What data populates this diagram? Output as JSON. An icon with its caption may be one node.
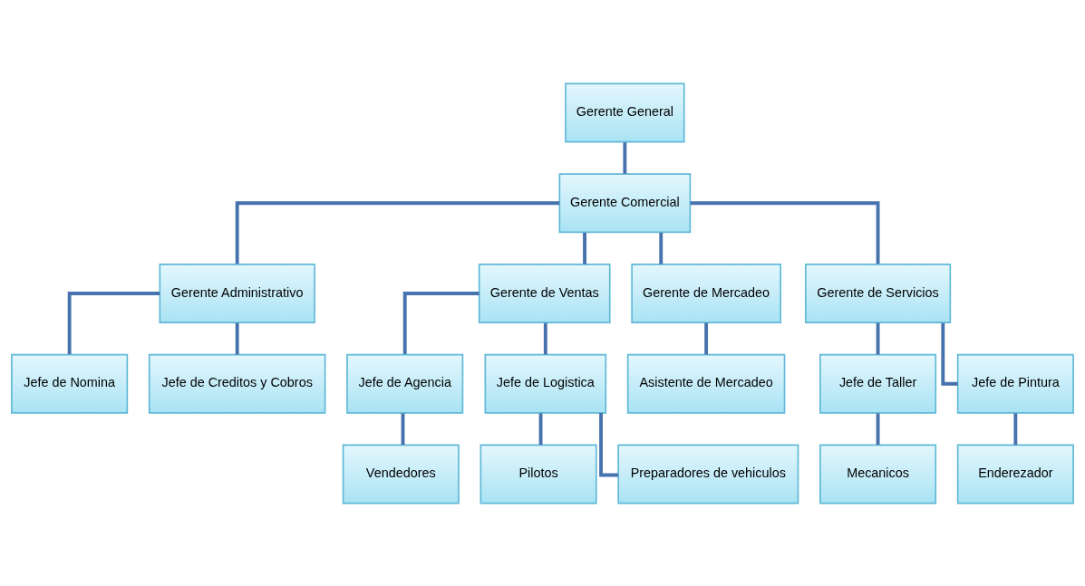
{
  "diagram": {
    "nodes": [
      {
        "text": [
          "Gerente General"
        ]
      },
      {
        "text": [
          "Gerente Comercial"
        ]
      },
      {
        "text": [
          "Gerente Administrativo"
        ]
      },
      {
        "text": [
          "Gerente de Ventas"
        ]
      },
      {
        "text": [
          "Gerente de Mercadeo"
        ]
      },
      {
        "text": [
          "Gerente de Servicios"
        ]
      },
      {
        "text": [
          "Jefe de Nomina"
        ]
      },
      {
        "text": [
          "Jefe de Creditos y Cobros"
        ]
      },
      {
        "text": [
          "Jefe de Agencia"
        ]
      },
      {
        "text": [
          "Jefe de Logistica"
        ]
      },
      {
        "text": [
          "Asistente de Mercadeo"
        ]
      },
      {
        "text": [
          "Jefe de Taller"
        ]
      },
      {
        "text": [
          "Jefe de Pintura"
        ]
      },
      {
        "text": [
          "Vendedores"
        ]
      },
      {
        "text": [
          "Pilotos"
        ]
      },
      {
        "text": [
          "Preparadores de vehiculos"
        ]
      },
      {
        "text": [
          "Mecanicos"
        ]
      },
      {
        "text": [
          "Enderezador"
        ]
      }
    ],
    "edges": [
      {
        "from": 0,
        "to": 1,
        "arrow": "none"
      },
      {
        "from": 1,
        "to": 2,
        "arrow": "none"
      },
      {
        "from": 1,
        "to": 3,
        "arrow": "none"
      },
      {
        "from": 1,
        "to": 4,
        "arrow": "none"
      },
      {
        "from": 1,
        "to": 5,
        "arrow": "none"
      },
      {
        "from": 2,
        "to": 6,
        "arrow": "none"
      },
      {
        "from": 2,
        "to": 7,
        "arrow": "none"
      },
      {
        "from": 3,
        "to": 8,
        "arrow": "none"
      },
      {
        "from": 3,
        "to": 9,
        "arrow": "none"
      },
      {
        "from": 4,
        "to": 10,
        "arrow": "none"
      },
      {
        "from": 5,
        "to": 11,
        "arrow": "none"
      },
      {
        "from": 5,
        "to": 12,
        "arrow": "none"
      },
      {
        "from": 8,
        "to": 13,
        "arrow": "none"
      },
      {
        "from": 9,
        "to": 14,
        "arrow": "none"
      },
      {
        "from": 9,
        "to": 15,
        "arrow": "none"
      },
      {
        "from": 11,
        "to": 16,
        "arrow": "none"
      },
      {
        "from": 12,
        "to": 17,
        "arrow": "none"
      }
    ]
  }
}
